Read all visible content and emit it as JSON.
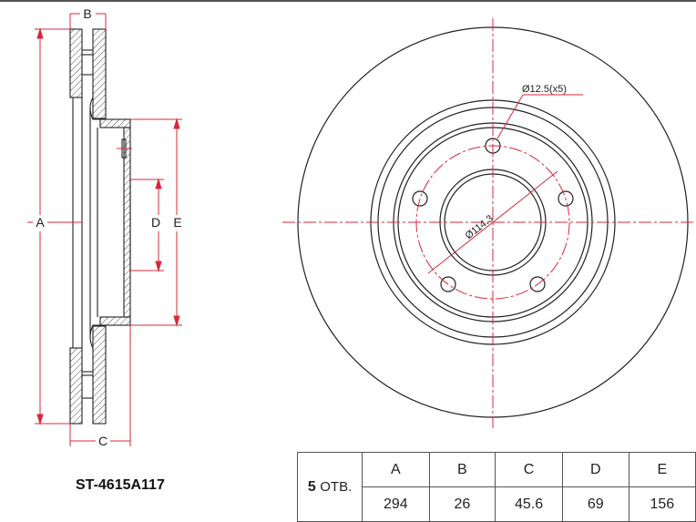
{
  "part_number": "ST-4615A117",
  "holes": {
    "count": "5",
    "label": "ОТВ."
  },
  "table": {
    "headers": [
      "A",
      "B",
      "C",
      "D",
      "E"
    ],
    "values": [
      "294",
      "26",
      "45.6",
      "69",
      "156"
    ]
  },
  "drawing": {
    "dim_labels": {
      "A": "A",
      "B": "B",
      "C": "C",
      "D": "D",
      "E": "E"
    },
    "bolt_hole_label": "Ø12.5(x5)",
    "bolt_circle_label": "Ø114.3"
  },
  "colors": {
    "line": "#222222",
    "dimension": "#d8283a"
  }
}
